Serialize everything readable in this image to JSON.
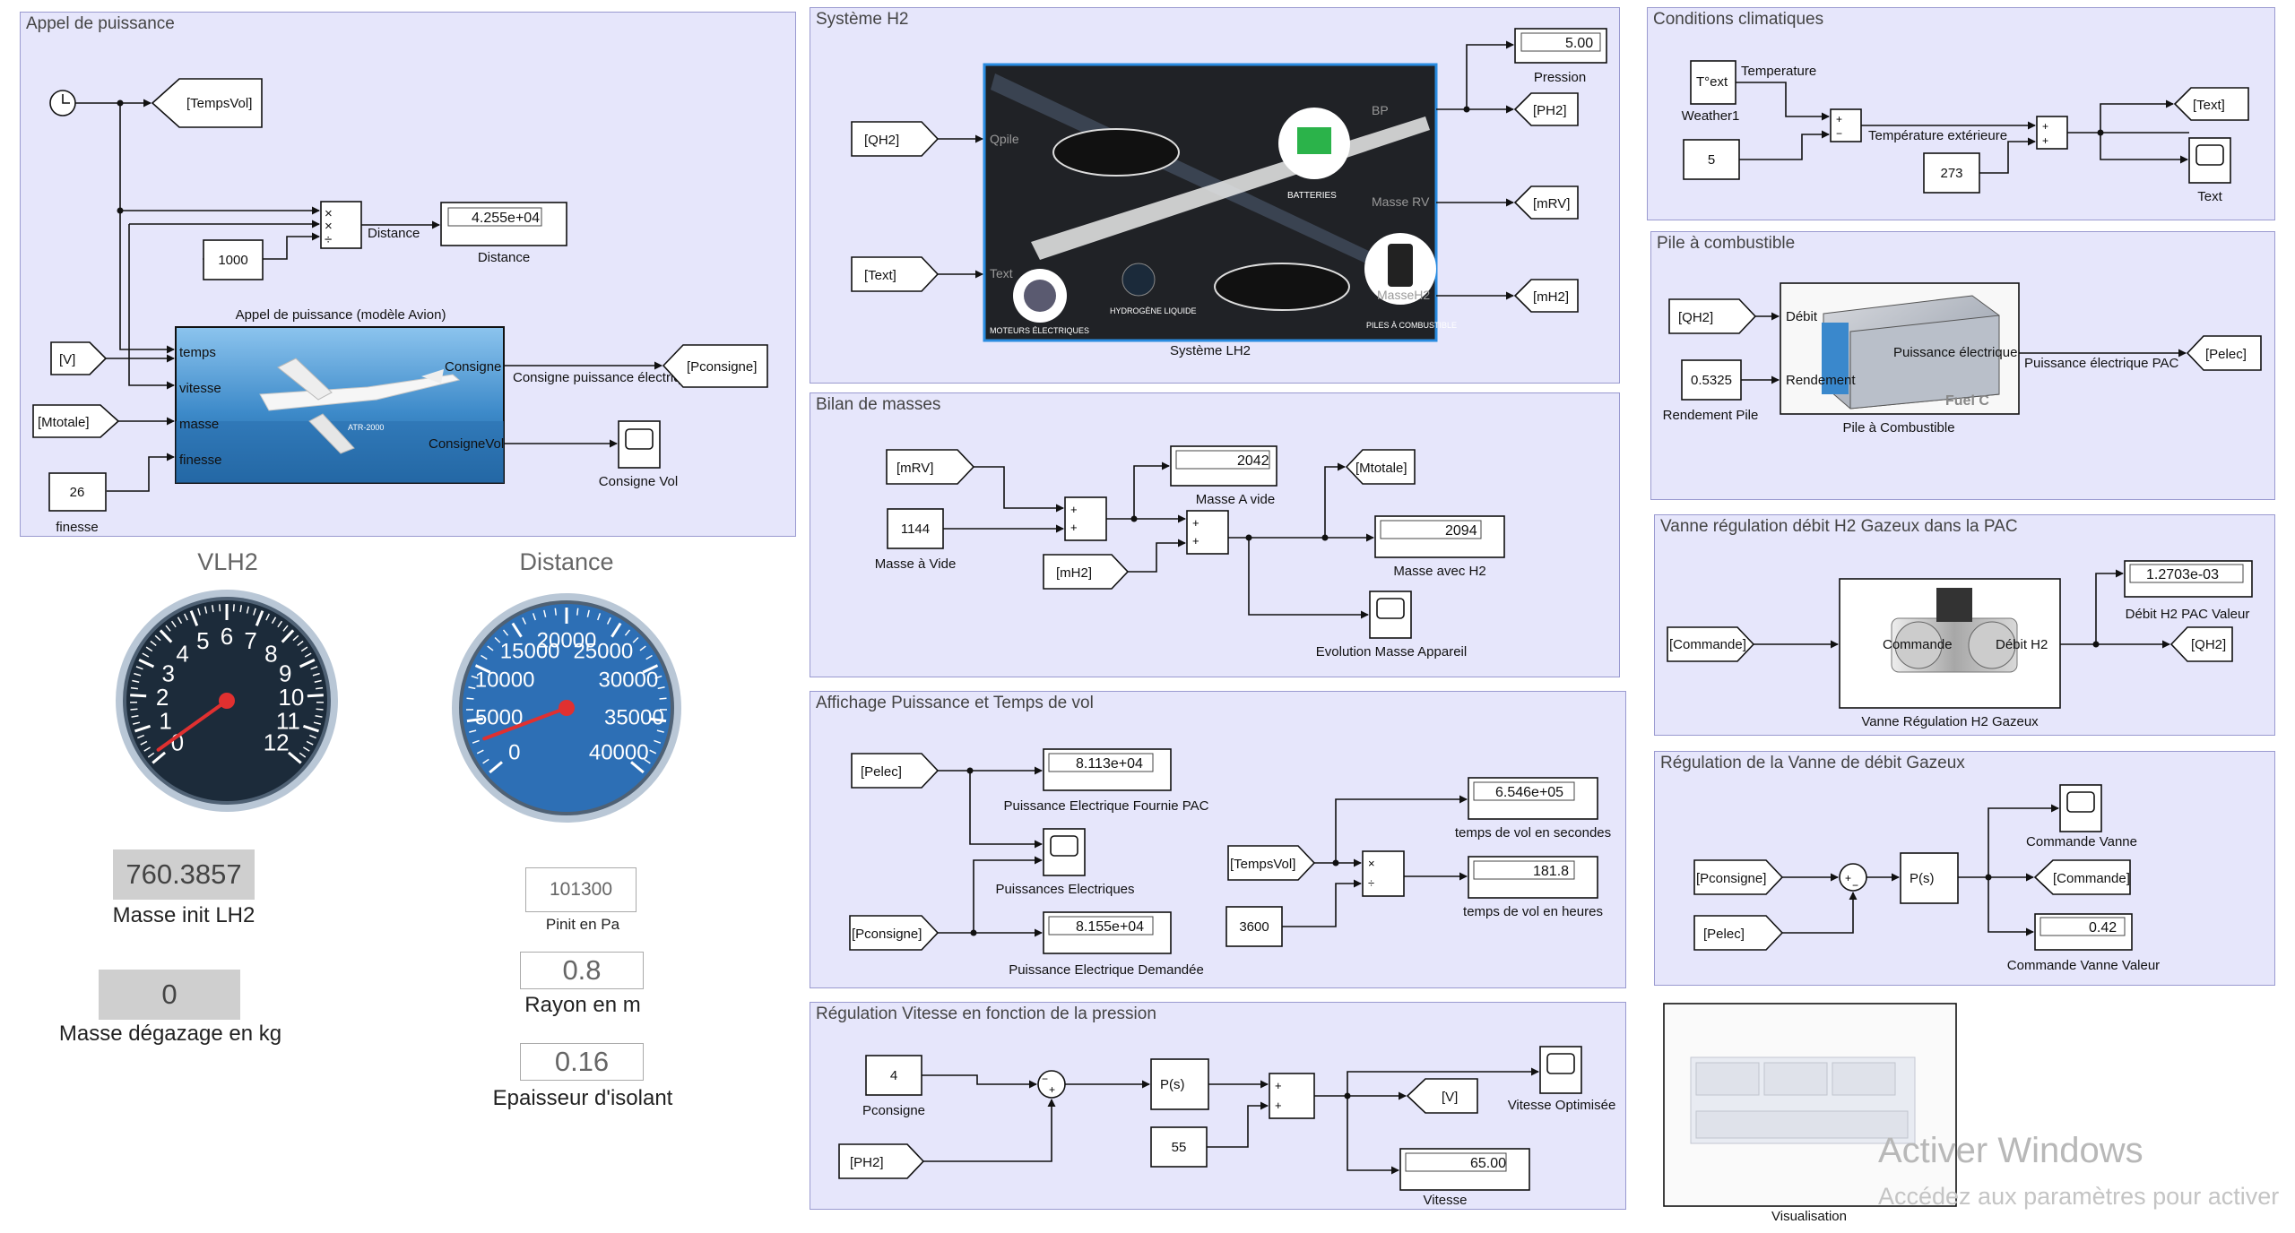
{
  "areas": {
    "appel": "Appel de puissance",
    "h2": "Système H2",
    "clim": "Conditions climatiques",
    "bilan": "Bilan de masses",
    "pac": "Pile à combustible",
    "affichage": "Affichage Puissance et Temps de vol",
    "vanne": "Vanne régulation débit H2 Gazeux dans la PAC",
    "regvanne": "Régulation de la Vanne de débit Gazeux",
    "regvit": "Régulation Vitesse en fonction de la pression"
  },
  "appel": {
    "tempsvol_tag": "[TempsVol]",
    "distance_value": "4.255e+04",
    "distance_label": "Distance",
    "distance_signal": "Distance",
    "const_1000": "1000",
    "subsystem_title": "Appel de puissance (modèle Avion)",
    "in_v": "[V]",
    "in_mtotale": "[Mtotale]",
    "finesse_value": "26",
    "finesse_label": "finesse",
    "port_temps": "temps",
    "port_vitesse": "vitesse",
    "port_masse": "masse",
    "port_finesse": "finesse",
    "port_consigne": "Consigne",
    "port_consignevol": "ConsigneVol",
    "signal_consigne": "Consigne puissance électrique",
    "out_pconsigne": "[Pconsigne]",
    "scope_label": "Consigne Vol"
  },
  "h2": {
    "in_qh2": "[QH2]",
    "in_text": "[Text]",
    "port_qh2": "Qpile",
    "port_text": "Text",
    "port_bp": "BP",
    "port_masserv": "Masse RV",
    "port_masseh2": "MasseH2",
    "pression_value": "5.00",
    "pression_label": "Pression",
    "out_ph2": "[PH2]",
    "out_mrv": "[mRV]",
    "out_mh2": "[mH2]",
    "img_batteries": "BATTERIES",
    "img_hydrogene": "HYDROGÈNE LIQUIDE",
    "img_moteurs": "MOTEURS ÉLECTRIQUES",
    "img_piles": "PILES À COMBUSTIBLE",
    "block_label": "Système LH2"
  },
  "clim": {
    "text_block": "T°ext",
    "weather_label": "Weather1",
    "signal_temperature": "Temperature",
    "const_5": "5",
    "signal_temp_ext": "Température extérieure",
    "const_273": "273",
    "out_text": "[Text]",
    "scope_label": "Text"
  },
  "bilan": {
    "in_mrv": "[mRV]",
    "const_1144": "1144",
    "const_label": "Masse à Vide",
    "masse_a_vide_value": "2042",
    "masse_a_vide_label": "Masse A vide",
    "in_mh2": "[mH2]",
    "out_mtotale": "[Mtotale]",
    "masse_avec_h2_value": "2094",
    "masse_avec_h2_label": "Masse avec H2",
    "scope_label": "Evolution Masse Appareil"
  },
  "pac": {
    "in_qh2": "[QH2]",
    "rendement_value": "0.5325",
    "rendement_label": "Rendement Pile",
    "port_debit": "Débit",
    "port_rendement": "Rendement",
    "port_puissance": "Puissance électrique",
    "signal_out": "Puissance électrique PAC",
    "out_pelec": "[Pelec]",
    "block_label": "Pile à Combustible",
    "img_text": "Fuel C"
  },
  "affichage": {
    "in_pelec": "[Pelec]",
    "pfournie_value": "8.113e+04",
    "pfournie_label": "Puissance Electrique Fournie PAC",
    "scope_label": "Puissances Electriques",
    "in_pconsigne": "[Pconsigne]",
    "pdemandee_value": "8.155e+04",
    "pdemandee_label": "Puissance Electrique Demandée",
    "in_tempsvol": "[TempsVol]",
    "const_3600": "3600",
    "tsec_value": "6.546e+05",
    "tsec_label": "temps de vol en secondes",
    "th_value": "181.8",
    "th_label": "temps de vol en heures"
  },
  "vanne": {
    "in_commande": "[Commande]",
    "port_commande": "Commande",
    "port_debit": "Débit H2",
    "debit_value": "1.2703e-03",
    "debit_label": "Débit H2 PAC Valeur",
    "out_qh2": "[QH2]",
    "block_label": "Vanne Régulation H2 Gazeux"
  },
  "regvanne": {
    "in_pconsigne": "[Pconsigne]",
    "in_pelec": "[Pelec]",
    "pid": "P(s)",
    "scope_label": "Commande Vanne",
    "out_commande": "[Commande]",
    "cmd_value": "0.42",
    "cmd_label": "Commande Vanne Valeur"
  },
  "regvit": {
    "const_4": "4",
    "pconsigne_label": "Pconsigne",
    "in_ph2": "[PH2]",
    "pid": "P(s)",
    "const_55": "55",
    "out_v": "[V]",
    "scope_label": "Vitesse Optimisée",
    "vitesse_value": "65.00",
    "vitesse_label": "Vitesse"
  },
  "dashboard": {
    "gauge1_title": "VLH2",
    "gauge1_ticks": [
      "0",
      "1",
      "2",
      "3",
      "4",
      "5",
      "6",
      "7",
      "8",
      "9",
      "10",
      "11",
      "12"
    ],
    "gauge1_value": 0.2,
    "gauge2_title": "Distance",
    "gauge2_ticks": [
      "0",
      "5000",
      "10000",
      "15000",
      "20000",
      "25000",
      "30000",
      "35000",
      "40000"
    ],
    "gauge2_value": 3000,
    "masse_init_value": "760.3857",
    "masse_init_label": "Masse init LH2",
    "degazage_value": "0",
    "degazage_label": "Masse dégazage en kg",
    "pinit_value": "101300",
    "pinit_label": "Pinit en Pa",
    "rayon_value": "0.8",
    "rayon_label": "Rayon en m",
    "epaisseur_value": "0.16",
    "epaisseur_label": "Epaisseur d'isolant",
    "visualisation_label": "Visualisation"
  },
  "watermark": {
    "line1": "Activer Windows",
    "line2": "Accédez aux paramètres pour activer"
  },
  "colors": {
    "area_bg": "#e6e6fb",
    "gauge_dark": "#1c2b3a",
    "gauge_blue": "#2d6fb5",
    "needle": "#e03030"
  }
}
